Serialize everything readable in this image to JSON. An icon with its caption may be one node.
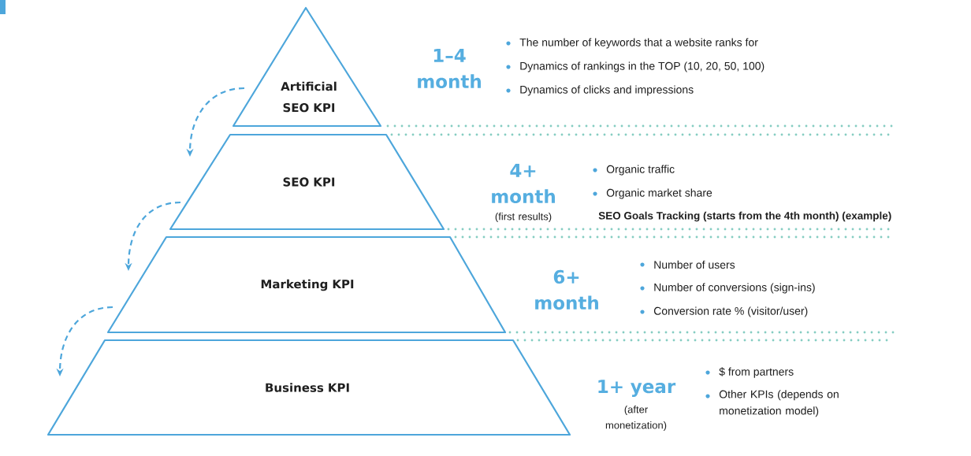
{
  "diagram": {
    "nodes": [
      {
        "text": [
          "Artificial SEO KPI"
        ],
        "beside": [
          "1–4 month",
          "The number of keywords that a website ranks for",
          "Dynamics of rankings in the TOP (10, 20, 50, 100)",
          "Dynamics of clicks and impressions"
        ]
      },
      {
        "text": [
          "SEO KPI"
        ],
        "beside": [
          "4+ month",
          "(first results)",
          "Organic traffic",
          "Organic market share",
          "SEO Goals Tracking (starts from the 4th month) (example)"
        ]
      },
      {
        "text": [
          "Marketing KPI"
        ],
        "beside": [
          "6+ month",
          "Number of users",
          "Number of conversions (sign-ins)",
          "Conversion rate % (visitor/user)"
        ]
      },
      {
        "text": [
          "Business KPI"
        ],
        "beside": [
          "1+ year",
          "(after monetization)",
          "$ from partners",
          "Other KPIs (depends on monetization model)"
        ]
      }
    ],
    "edges": [
      {
        "from": 0,
        "to": 1,
        "arrow": "to",
        "style": "dashed"
      },
      {
        "from": 1,
        "to": 2,
        "arrow": "to",
        "style": "dashed"
      },
      {
        "from": 2,
        "to": 3,
        "arrow": "to",
        "style": "dashed"
      }
    ]
  }
}
